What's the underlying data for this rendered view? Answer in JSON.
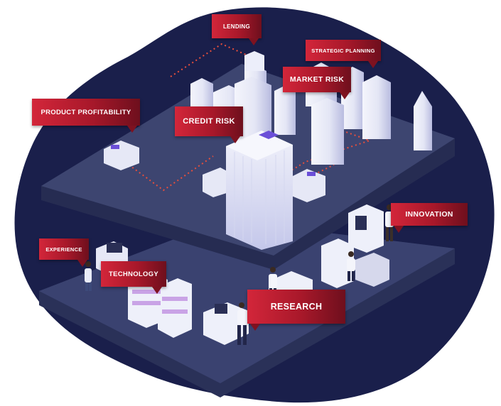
{
  "labels": {
    "lending": "LENDING",
    "strategic_planning": "STRATEGIC PLANNING",
    "market_risk": "MARKET RISK",
    "product_profitability": "PRODUCT PROFITABILITY",
    "credit_risk": "CREDIT RISK",
    "innovation": "INNOVATION",
    "experience": "EXPERIENCE",
    "technology": "TECHNOLOGY",
    "research": "RESEARCH"
  },
  "colors": {
    "blob": "#1a1f4b",
    "platform_top": "#3d4570",
    "platform_side": "#2a3158",
    "building": "#e9ebf7",
    "building_shade": "#c9cbe6",
    "accent_purple": "#6b4fd8",
    "connector": "#e84f3c",
    "label": "#c21f33"
  }
}
